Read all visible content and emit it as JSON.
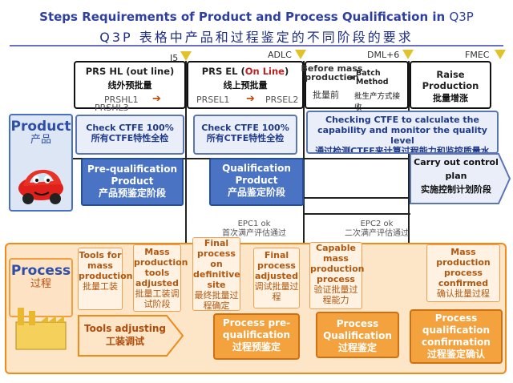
{
  "title": {
    "en_main": "Steps Requirements of Product and Process Qualification in ",
    "en_q3p": "Q3P",
    "cn": "Q3P 表格中产品和过程鉴定的不同阶段的要求"
  },
  "milestones": [
    "J5",
    "ADLC",
    "DML+6",
    "FMEC"
  ],
  "phases": {
    "prs_hl": {
      "label": "PRS HL (out line)",
      "cn": "线外预批量",
      "sub1": "PRSHL1",
      "sub2": "PRSHL3"
    },
    "prs_el": {
      "label_a": "PRS EL (",
      "label_b": "On Line",
      "label_c": ")",
      "cn": "线上预批量",
      "sub1": "PRSEL1",
      "sub2": "PRSEL2"
    },
    "before_mass": {
      "label": "Before mass production",
      "cn": "批量前",
      "batch_en": "Batch Method",
      "batch_cn": "批生产方式接收"
    },
    "raise": {
      "label": "Raise Production",
      "cn": "批量增涨"
    }
  },
  "product": {
    "side_label": "Product",
    "side_cn": "产品",
    "ctfe1": {
      "en": "Check CTFE 100%",
      "cn": "所有CTFE特性全检"
    },
    "ctfe2": {
      "en": "Check CTFE 100%",
      "cn": "所有CTFE特性全检"
    },
    "ctfe3": {
      "en": "Checking CTFE to calculate the capability and monitor the quality level",
      "cn": "通过检测CTFE来计算过程能力和监控质量水平"
    },
    "prequal": {
      "en": "Pre-qualification Product",
      "cn": "产品预鉴定阶段"
    },
    "qual": {
      "en": "Qualification Product",
      "cn": "产品鉴定阶段"
    },
    "control": {
      "en": "Carry out control plan",
      "cn": "实施控制计划阶段"
    }
  },
  "epc": {
    "epc1": {
      "en": "EPC1 ok",
      "cn": "首次满产评估通过"
    },
    "epc2": {
      "en": "EPC2 ok",
      "cn": "二次满产评估通过"
    }
  },
  "process": {
    "side_label": "Process",
    "side_cn": "过程",
    "tools": {
      "en": "Tools for mass production",
      "cn": "批量工装"
    },
    "mass_tools": {
      "en": "Mass production tools adjusted",
      "cn": "批量工装调试阶段"
    },
    "final_site": {
      "en": "Final process on definitive site",
      "cn": "最终批量过程确定"
    },
    "final_adj": {
      "en": "Final process adjusted",
      "cn": "调试批量过程"
    },
    "capable": {
      "en": "Capable mass production process",
      "cn": "验证批量过程能力"
    },
    "confirmed": {
      "en": "Mass production process confirmed",
      "cn": "确认批量过程"
    },
    "tools_adj": {
      "en": "Tools adjusting",
      "cn": "工装调试"
    },
    "preq": {
      "en": "Process pre-qualification",
      "cn": "过程预鉴定"
    },
    "qual": {
      "en": "Process Qualification",
      "cn": "过程鉴定"
    },
    "qconf": {
      "en": "Process qualification confirmation",
      "cn": "过程鉴定确认"
    }
  },
  "colors": {
    "blue": "#4a73c4",
    "orange": "#f4a23e",
    "title": "#2f3fa0",
    "milestone": "#e2c22a"
  }
}
